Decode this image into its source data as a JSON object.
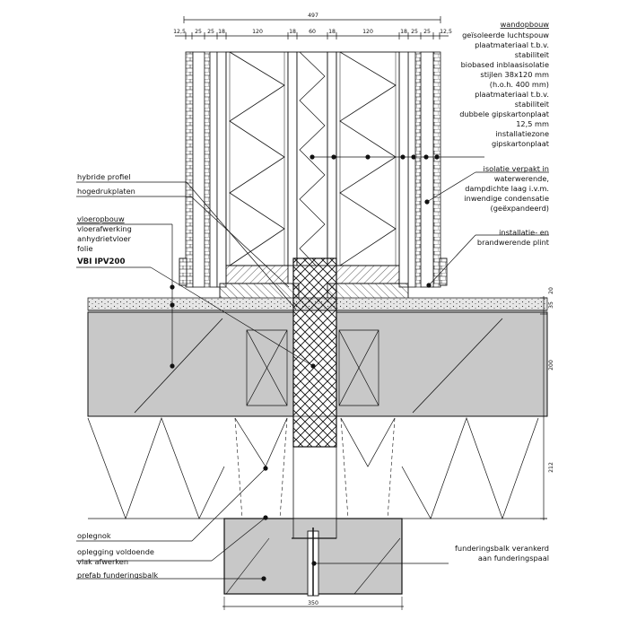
{
  "dimensions": {
    "top_total": "497",
    "top_parts": [
      "12,5",
      "25",
      "25",
      "18",
      "120",
      "18",
      "60",
      "18",
      "120",
      "18",
      "25",
      "25",
      "12,5"
    ],
    "bottom_total": "350",
    "right_floor_a": "35",
    "right_floor_b": "20",
    "right_slab": "200",
    "right_crawl": "212"
  },
  "labels_right": [
    "wandopbouw",
    "geïsoleerde luchtspouw",
    "plaatmateriaal t.b.v.",
    "stabiliteit",
    "biobased inblaasisolatie",
    "stijlen 38x120 mm",
    "(h.o.h. 400 mm)",
    "plaatmateriaal t.b.v.",
    "stabiliteit",
    "dubbele gipskartonplaat",
    "12,5 mm",
    "installatiezone",
    "gipskartonplaat"
  ],
  "labels_right_mid": [
    "isolatie verpakt in",
    "waterwerende,",
    "dampdichte laag i.v.m.",
    "inwendige condensatie",
    "(geëxpandeerd)"
  ],
  "labels_right_plint": [
    "installatie- en",
    "brandwerende plint"
  ],
  "labels_left_top": [
    "hybride profiel",
    "hogedrukplaten"
  ],
  "labels_left_floor": [
    "vloeropbouw",
    "vloerafwerking",
    "anhydrietvloer",
    "folie"
  ],
  "label_vbi": "VBI IPV200",
  "labels_left_bottom": [
    "oplegnok",
    "oplegging voldoende",
    "vlak afwerken",
    "prefab funderingsbalk"
  ],
  "labels_right_bottom": [
    "funderingsbalk verankerd",
    "aan funderingspaal"
  ],
  "colors": {
    "concrete": "#c8c8c8",
    "screed": "#e6e6e6",
    "line": "#111111"
  }
}
